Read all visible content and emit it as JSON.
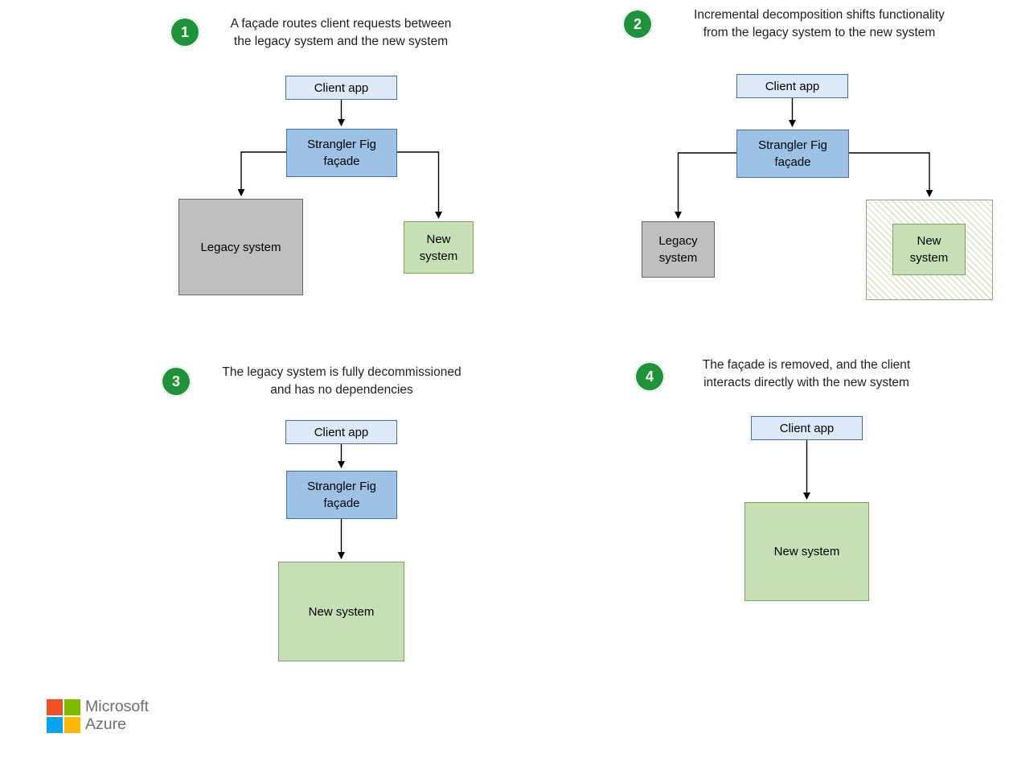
{
  "panels": [
    {
      "badge": "1",
      "caption_line1": "A façade routes client requests between",
      "caption_line2": "the legacy system and the new system",
      "nodes": {
        "client": "Client app",
        "facade": "Strangler Fig façade",
        "legacy": "Legacy system",
        "new": "New system"
      }
    },
    {
      "badge": "2",
      "caption_line1": "Incremental decomposition shifts functionality",
      "caption_line2": "from the legacy system to the new system",
      "nodes": {
        "client": "Client app",
        "facade": "Strangler Fig façade",
        "legacy": "Legacy system",
        "new": "New system"
      }
    },
    {
      "badge": "3",
      "caption_line1": "The legacy system is fully decommissioned",
      "caption_line2": "and has no dependencies",
      "nodes": {
        "client": "Client app",
        "facade": "Strangler Fig façade",
        "new": "New system"
      }
    },
    {
      "badge": "4",
      "caption_line1": "The façade is removed, and the client",
      "caption_line2": "interacts directly with the new system",
      "nodes": {
        "client": "Client app",
        "new": "New system"
      }
    }
  ],
  "colors": {
    "badge_green": "#1f9339",
    "client_fill": "#dce9f7",
    "facade_fill": "#9cc2e5",
    "legacy_fill": "#bfbfbf",
    "new_fill": "#c5e0b4",
    "arrow": "#000000",
    "logo_red": "#f25022",
    "logo_green": "#7fba00",
    "logo_blue": "#00a4ef",
    "logo_yellow": "#ffb900"
  },
  "footer": {
    "brand_line1": "Microsoft",
    "brand_line2": "Azure"
  }
}
